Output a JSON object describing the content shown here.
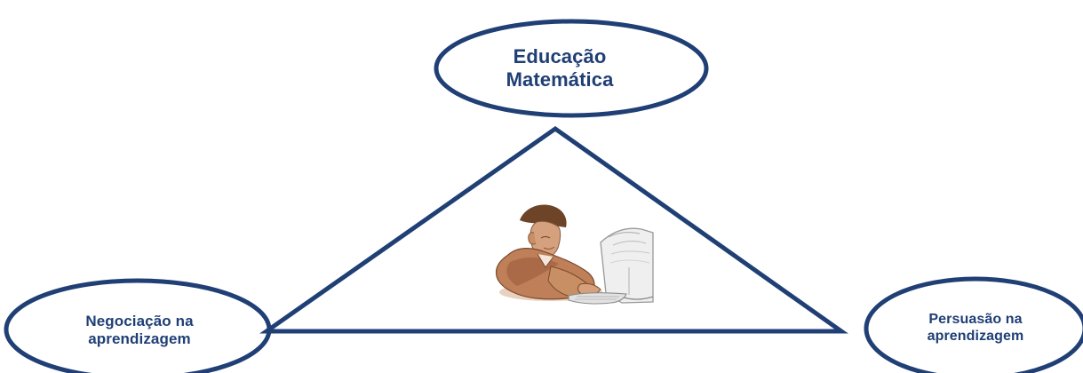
{
  "diagram": {
    "nodes": {
      "top": {
        "label": "Educação\nMatemática"
      },
      "left": {
        "label": "Negociação na\naprendizagem"
      },
      "right": {
        "label": "Persuasão na\naprendizagem"
      }
    },
    "center_image": {
      "icon": "person-at-computer-icon"
    },
    "colors": {
      "stroke": "#1f3f75",
      "text": "#1f3f75",
      "background": "#ffffff",
      "illustration_skin": "#c98f64",
      "illustration_shadow": "#7a4a2c"
    }
  }
}
